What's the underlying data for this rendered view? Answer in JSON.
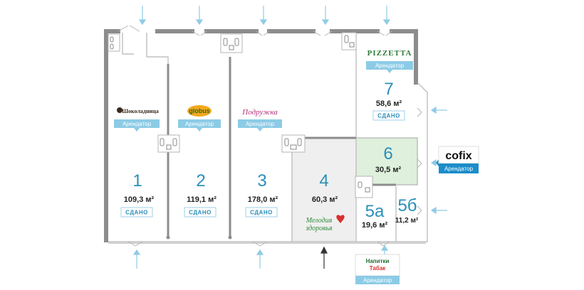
{
  "units": [
    {
      "id": "1",
      "number": "1",
      "area": "109,3 м²",
      "status": "СДАНО"
    },
    {
      "id": "2",
      "number": "2",
      "area": "119,1 м²",
      "status": "СДАНО"
    },
    {
      "id": "3",
      "number": "3",
      "area": "178,0 м²",
      "status": "СДАНО"
    },
    {
      "id": "4",
      "number": "4",
      "area": "60,3 м²"
    },
    {
      "id": "5a",
      "number": "5а",
      "area": "19,6 м²"
    },
    {
      "id": "5b",
      "number": "5б",
      "area": "11,2 м²"
    },
    {
      "id": "6",
      "number": "6",
      "area": "30,5 м²"
    },
    {
      "id": "7",
      "number": "7",
      "area": "58,6 м²",
      "status": "СДАНО"
    }
  ],
  "tenants": {
    "label": "Арендатор",
    "unit1_logo": "Шоколадница",
    "unit2_logo": "globus",
    "unit3_logo": "Подружка",
    "unit4_logo_line1": "Мелодия",
    "unit4_logo_line2": "здоровья",
    "unit6_logo": "cofix",
    "unit7_logo": "PIZZETTA",
    "kiosk_line1": "Напитки",
    "kiosk_line2": "Табак"
  },
  "colors": {
    "accent": "#2a8fb8",
    "tenant_badge": "#8ccbe6",
    "tenant_badge_dark": "#1b8dc9",
    "unit4_fill": "#efefef",
    "unit6_fill": "#dff0dd",
    "wall": "#8c8c8c"
  }
}
